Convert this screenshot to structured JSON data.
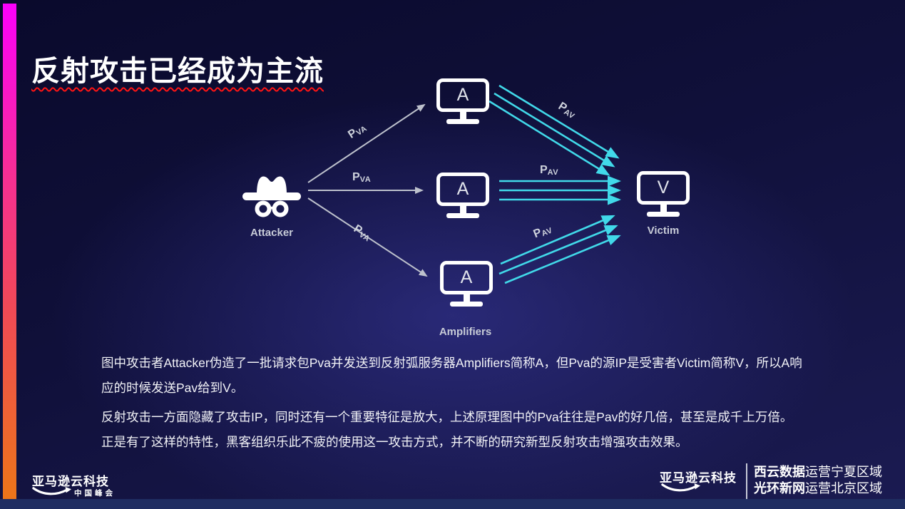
{
  "slide": {
    "title": "反射攻击已经成为主流",
    "colors": {
      "stripe_top": "#fb00fb",
      "stripe_bottom": "#ec7519",
      "underline_red": "#ff1414",
      "request_arrow_gray": "#bdc1cc",
      "response_arrow_cyan": "#41d9e9",
      "background_navy": "#10103a",
      "bottom_bar_blue": "#1f2d61"
    }
  },
  "diagram": {
    "attacker": {
      "label": "Attacker"
    },
    "amplifiers": {
      "label": "Amplifiers",
      "node_letter": "A"
    },
    "victim": {
      "label": "Victim",
      "node_letter": "V"
    },
    "request_label": {
      "base": "P",
      "sub": "VA"
    },
    "response_label": {
      "base": "P",
      "sub": "AV"
    }
  },
  "body": {
    "paragraphs": [
      {
        "lines": [
          "图中攻击者Attacker伪造了一批请求包Pva并发送到反射弧服务器Amplifiers简称A，但Pva的源IP是受害者Victim简称V，所以A响",
          "应的时候发送Pav给到V。"
        ]
      },
      {
        "lines": [
          "反射攻击一方面隐藏了攻击IP，同时还有一个重要特征是放大，上述原理图中的Pva往往是Pav的好几倍，甚至是成千上万倍。",
          "正是有了这样的特性，黑客组织乐此不疲的使用这一攻击方式，并不断的研究新型反射攻击增强攻击效果。"
        ]
      }
    ]
  },
  "footer": {
    "left": {
      "brand": "亚马逊云科技",
      "tagline": "中国峰会"
    },
    "right": {
      "brand": "亚马逊云科技",
      "operators": [
        {
          "name": "西云数据",
          "region": "运营宁夏区域"
        },
        {
          "name": "光环新网",
          "region": "运营北京区域"
        }
      ]
    }
  }
}
